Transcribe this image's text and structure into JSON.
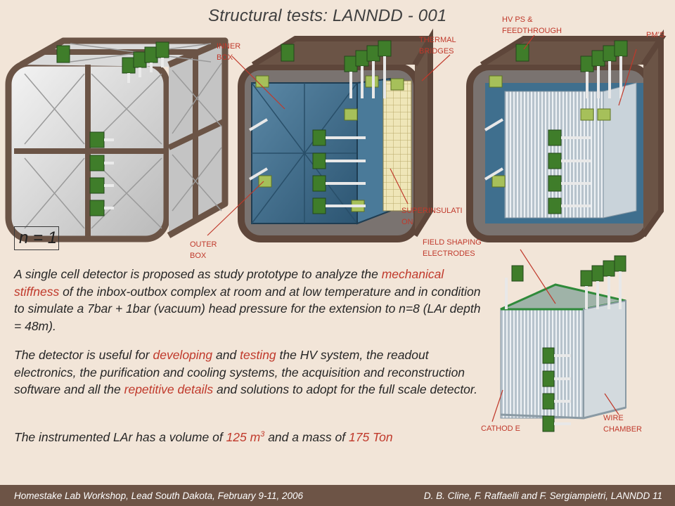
{
  "title": "Structural tests: LANNDD - 001",
  "callouts": {
    "inner_box": "INNER BOX",
    "thermal_bridges": "THERMAL BRIDGES",
    "hv_ps": "HV PS & FEEDTHROUGH",
    "pms": "PM’S",
    "superinsulation": "SUPERINSULATI ON",
    "outer_box": "OUTER BOX",
    "field_shaping": "FIELD SHAPING ELECTRODES",
    "cathode": "CATHOD E",
    "wire_chamber": "WIRE CHAMBER"
  },
  "n_label": "n = 1",
  "paragraphs": {
    "p1_a": "A single cell detector is proposed as study prototype to analyze the",
    "p1_b": "mechanical stiffness",
    "p1_c": "of the inbox-outbox complex at room and at low temperature and in condition to simulate a 7bar + 1bar (vacuum) head pressure for the extension to n=8 (LAr depth = 48m).",
    "p2_a": "The detector is useful for",
    "p2_b": "developing",
    "p2_c": "and",
    "p2_d": "testing",
    "p2_e": "the HV system, the readout electronics, the purification and cooling systems, the acquisition and reconstruction software and all the",
    "p2_f": "repetitive details",
    "p2_g": "and solutions to adopt for the full scale detector.",
    "p3_a": "The instrumented LAr has a volume of",
    "p3_b": "125 m",
    "p3_sup": "3",
    "p3_c": "and a mass of",
    "p3_d": "175 Ton"
  },
  "footer": {
    "left": "Homestake Lab Workshop, Lead South Dakota, February 9-11, 2006",
    "right": "D. B. Cline, F. Raffaelli and F. Sergiampietri, LANNDD 11"
  },
  "colors": {
    "background": "#f2e5d8",
    "highlight": "#c0392b",
    "footer_bar": "#6d5446",
    "frame_brown": "#6b5446",
    "panel_blue": "#3f6f8e",
    "connector_green": "#3f7d2a"
  }
}
